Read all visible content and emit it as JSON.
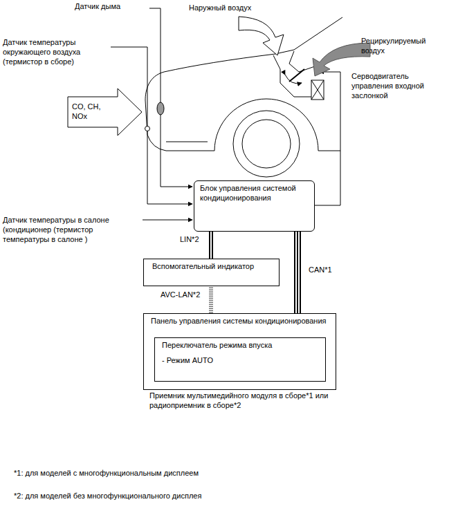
{
  "diagram": {
    "nodes": [
      {
        "text": [
          "Блок управления системой кондиционирования"
        ]
      },
      {
        "text": [
          "Вспомогательный индикатор"
        ]
      },
      {
        "text": [
          "Панель управления системы кондиционирования",
          "Приемник мультимедийного модуля в сборе*1 или радиоприемник в сборе*2"
        ]
      },
      {
        "text": [
          "Переключатель режима впуска",
          "- Режим AUTO"
        ],
        "in": 2
      }
    ],
    "edges": [
      {
        "from": 0,
        "to": 1,
        "arrow": "none",
        "label": "LIN*2"
      },
      {
        "from": 0,
        "to": 2,
        "arrow": "none",
        "label": "CAN*1"
      },
      {
        "from": 1,
        "to": 2,
        "arrow": "none",
        "label": "AVC-LAN*2"
      }
    ],
    "labels": [
      "Датчик дыма",
      "Наружный воздух",
      "Датчик температуры окружающего воздуха (термистор в сборе)",
      "Рециркулируемый воздух",
      "Серводвигатель управления входной заслонкой",
      "CO, CH, NOx",
      "Датчик температуры в салоне (кондиционер (термистор температуры в салоне )",
      "*1: для моделей с многофункциональным дисплеем",
      "*2: для моделей без многофункционального дисплея"
    ]
  }
}
